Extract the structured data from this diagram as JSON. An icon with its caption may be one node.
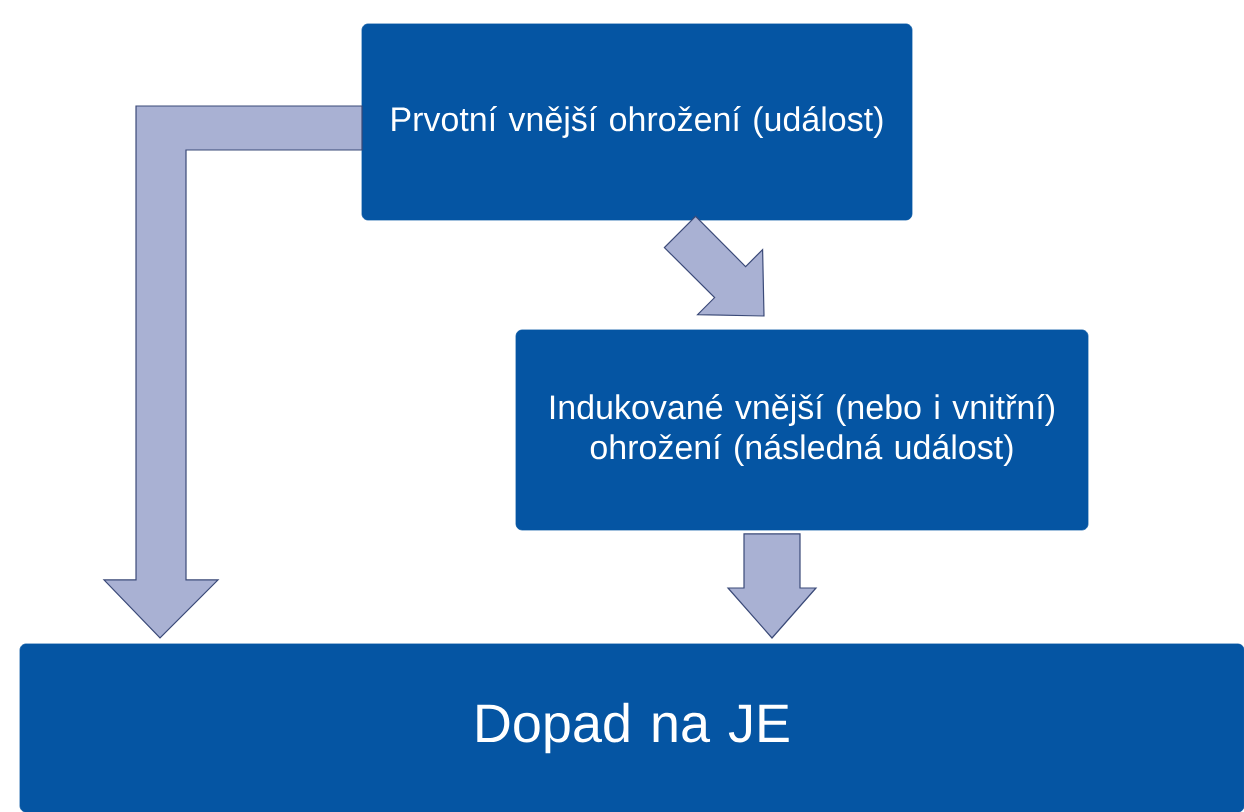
{
  "diagram": {
    "nodes": [
      {
        "text": [
          "Prvotní vnější ohrožení (událost)"
        ]
      },
      {
        "text": [
          "Indukované vnější (nebo i vnitřní) ohrožení (následná událost)"
        ]
      },
      {
        "text": [
          "Dopad na JE"
        ]
      }
    ],
    "edges": [
      {
        "from": 0,
        "to": 1,
        "arrow": "to"
      },
      {
        "from": 1,
        "to": 2,
        "arrow": "to"
      },
      {
        "from": 0,
        "to": 2,
        "arrow": "to"
      }
    ]
  }
}
